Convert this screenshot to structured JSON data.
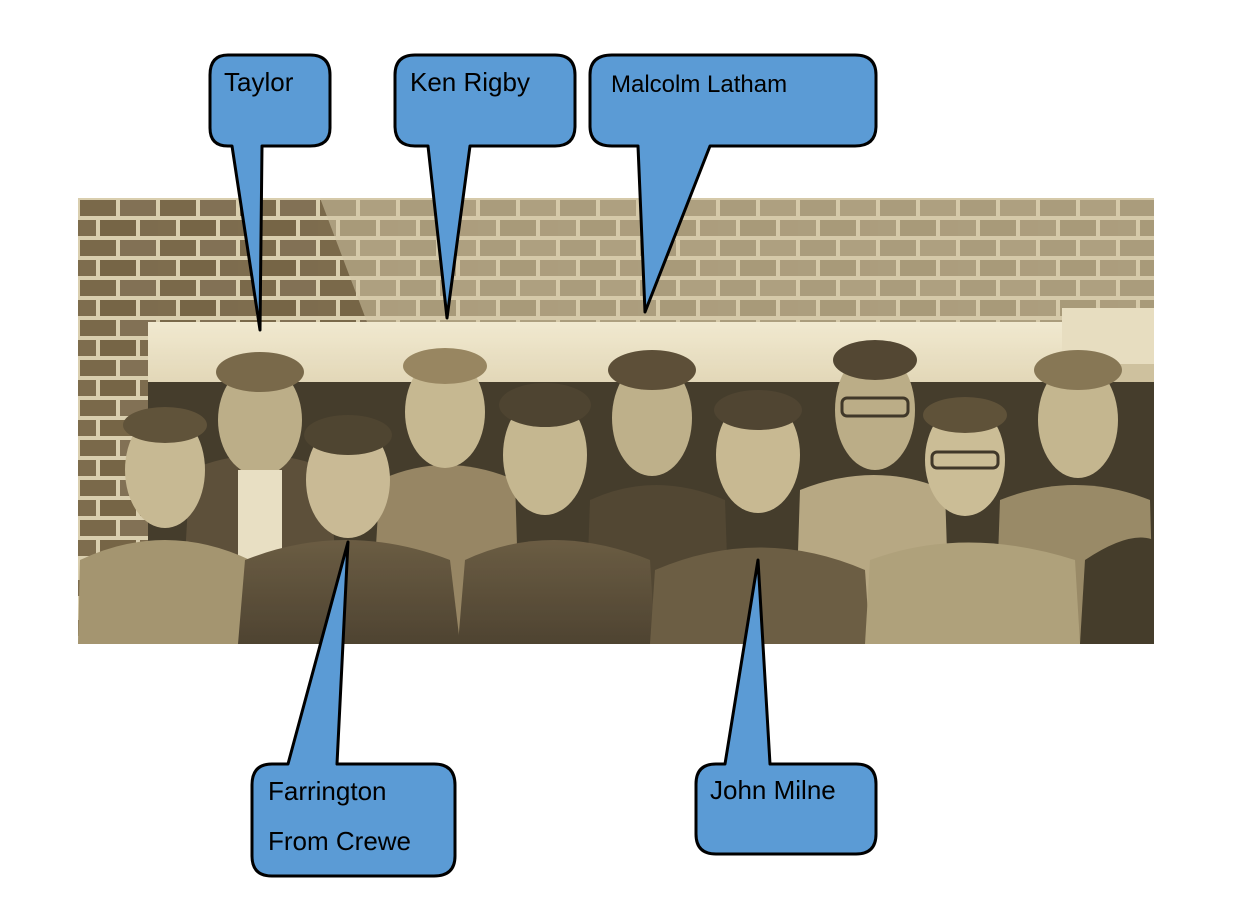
{
  "photo": {
    "description_colors": {
      "sepia_light": "#ede3c7",
      "sepia_mid": "#a89a72",
      "sepia_dark": "#3e3424",
      "brick": "#6b5a3e"
    }
  },
  "callouts": {
    "fill": "#5b9bd5",
    "stroke": "#000000",
    "items": [
      {
        "lines": [
          "Taylor"
        ]
      },
      {
        "lines": [
          "Ken Rigby"
        ]
      },
      {
        "lines": [
          "Malcolm Latham"
        ]
      },
      {
        "lines": [
          "Farrington",
          "From Crewe"
        ]
      },
      {
        "lines": [
          "John Milne"
        ]
      }
    ]
  }
}
